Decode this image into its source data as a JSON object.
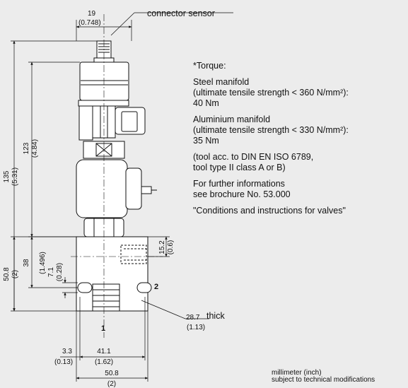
{
  "callouts": {
    "connector": "connector sensor",
    "thick_value": "28.7",
    "thick_word": "thick",
    "thick_inch": "(1.13)",
    "port_1": "1",
    "port_2": "2"
  },
  "dimensions": {
    "top_width": {
      "mm": "19",
      "inch": "(0.748)"
    },
    "total_height": {
      "mm": "135",
      "inch": "(5.31)"
    },
    "height_123": {
      "mm": "123",
      "inch": "(4.84)"
    },
    "body_height": {
      "mm": "50.8",
      "inch": "(2)"
    },
    "height_38": {
      "mm": "38",
      "inch": "(1.496)"
    },
    "height_7_1": {
      "mm": "7.1",
      "inch": "(0.28)"
    },
    "right_15_2": {
      "mm": "15.2",
      "inch": "(0.6)"
    },
    "left_3_3": {
      "mm": "3.3",
      "inch": "(0.13)"
    },
    "port_41_1": {
      "mm": "41.1",
      "inch": "(1.62)"
    },
    "width_50_8": {
      "mm": "50.8",
      "inch": "(2)"
    }
  },
  "notes": {
    "torque_heading": "*Torque:",
    "steel": [
      "Steel manifold",
      "(ultimate tensile strength < 360 N/mm²):",
      "40 Nm"
    ],
    "aluminium": [
      "Aluminium manifold",
      "(ultimate tensile strength < 330 N/mm²):",
      "35 Nm"
    ],
    "tool": [
      "(tool acc. to DIN EN ISO 6789,",
      "tool type II class A or B)"
    ],
    "brochure": [
      "For further informations",
      "see brochure No. 53.000"
    ],
    "conditions": "\"Conditions and instructions for valves\""
  },
  "footer": {
    "units": "millimeter (inch)",
    "disclaimer": "subject to technical modifications"
  },
  "colors": {
    "line": "#111111",
    "background": "#ececec",
    "body_fill": "#ffffff"
  }
}
